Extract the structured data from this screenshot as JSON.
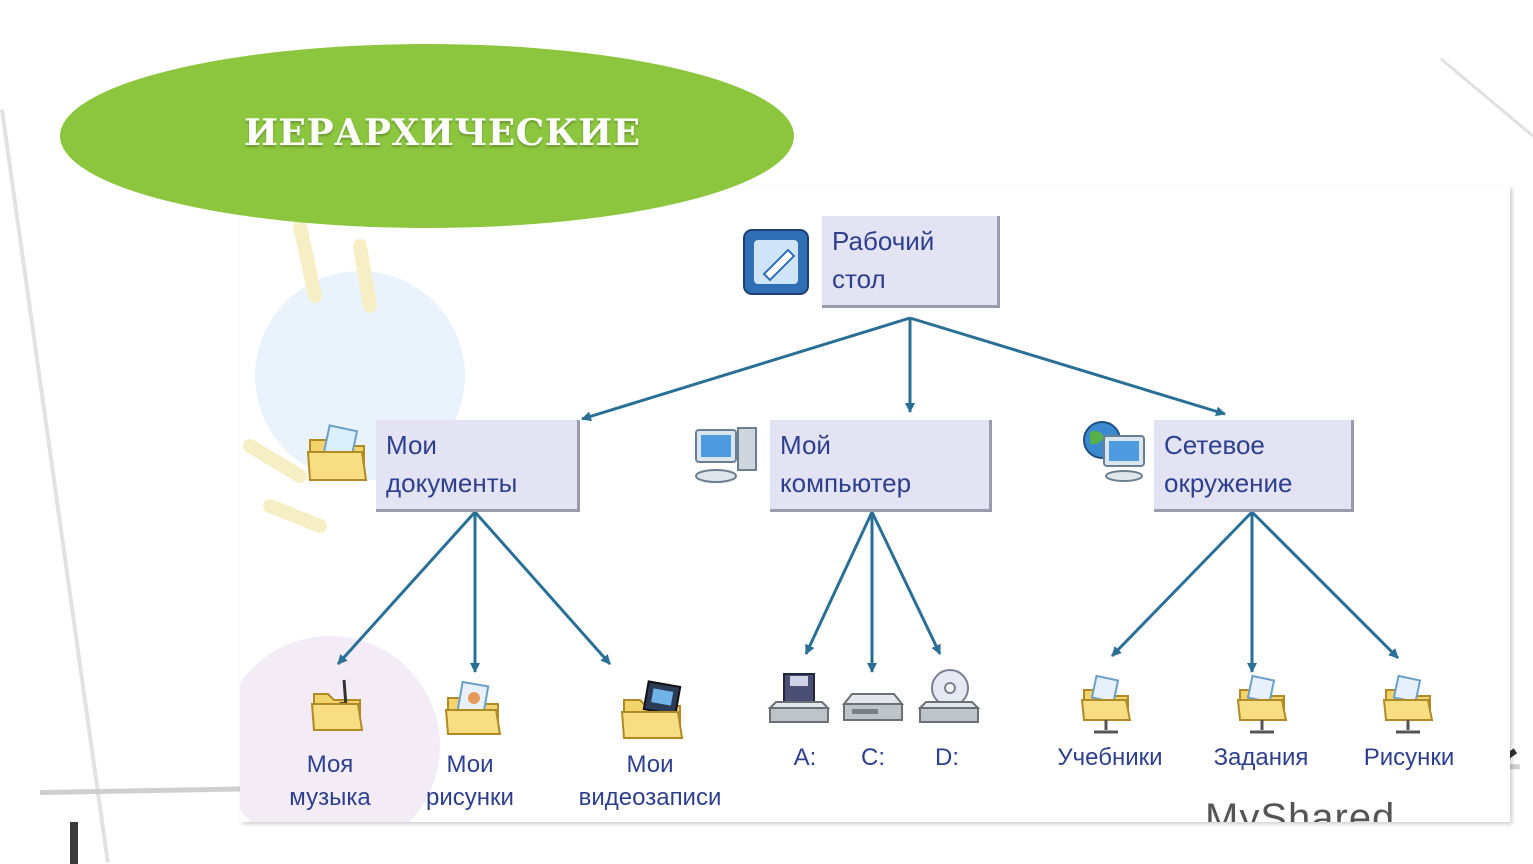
{
  "title": "ИЕРАРХИЧЕСКИЕ",
  "colors": {
    "title_fill": "#8cc63f",
    "node_fill": "#e3e3f4",
    "node_text": "#2d3f8f",
    "edge": "#2a6f95"
  },
  "diagram": {
    "root": {
      "label": "Рабочий\nстол",
      "icon": "desktop-icon"
    },
    "level1": [
      {
        "label": "Мои\nдокументы",
        "icon": "my-documents-folder-icon"
      },
      {
        "label": "Мой\nкомпьютер",
        "icon": "computer-icon"
      },
      {
        "label": "Сетевое\nокружение",
        "icon": "network-globe-icon"
      }
    ],
    "leaves": [
      {
        "label": "Моя\nмузыка",
        "icon": "music-folder-icon"
      },
      {
        "label": "Мои\nрисунки",
        "icon": "pictures-folder-icon"
      },
      {
        "label": "Мои\nвидеозаписи",
        "icon": "video-folder-icon"
      },
      {
        "label": "A:",
        "icon": "floppy-drive-icon"
      },
      {
        "label": "C:",
        "icon": "hard-drive-icon"
      },
      {
        "label": "D:",
        "icon": "cd-drive-icon"
      },
      {
        "label": "Учебники",
        "icon": "shared-folder-icon"
      },
      {
        "label": "Задания",
        "icon": "shared-folder-icon"
      },
      {
        "label": "Рисунки",
        "icon": "shared-folder-icon"
      }
    ]
  },
  "watermark": "MyShared"
}
